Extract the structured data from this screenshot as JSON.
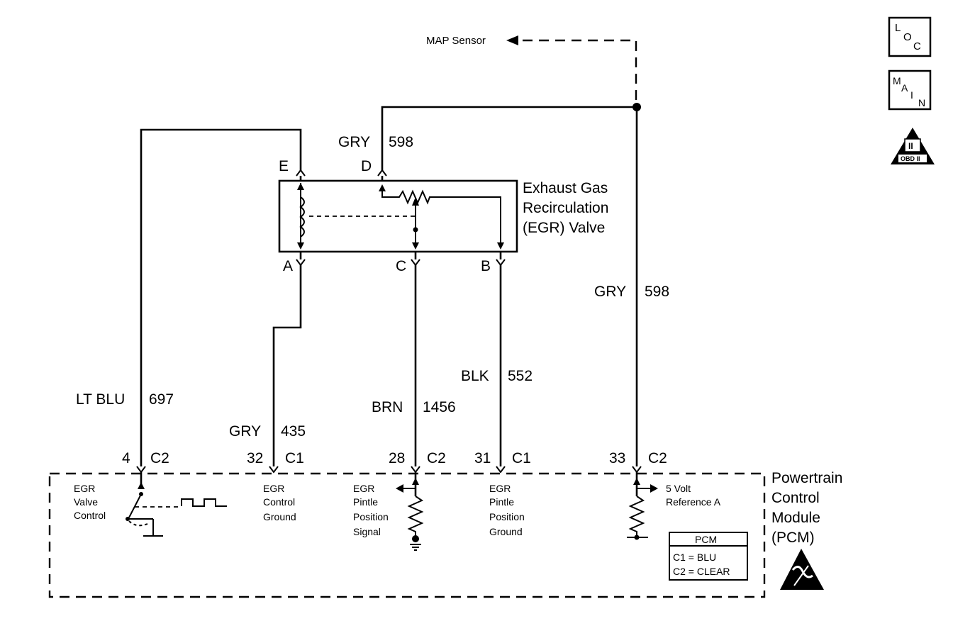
{
  "map_sensor": "MAP Sensor",
  "egr_valve": {
    "title_lines": [
      "Exhaust Gas",
      "Recirculation",
      "(EGR) Valve"
    ],
    "pins": {
      "e": "E",
      "d": "D",
      "a": "A",
      "c": "C",
      "b": "B"
    }
  },
  "wires": {
    "d_feed": {
      "color": "GRY",
      "circuit": "598"
    },
    "ref_vertical": {
      "color": "GRY",
      "circuit": "598"
    },
    "egr_control": {
      "color": "LT BLU",
      "circuit": "697"
    },
    "egr_ground": {
      "color": "GRY",
      "circuit": "435"
    },
    "pintle_signal": {
      "color": "BRN",
      "circuit": "1456"
    },
    "pintle_ground": {
      "color": "BLK",
      "circuit": "552"
    }
  },
  "pcm_pins": [
    {
      "pin": "4",
      "connector": "C2"
    },
    {
      "pin": "32",
      "connector": "C1"
    },
    {
      "pin": "28",
      "connector": "C2"
    },
    {
      "pin": "31",
      "connector": "C1"
    },
    {
      "pin": "33",
      "connector": "C2"
    }
  ],
  "pcm_functions": {
    "valve_control": [
      "EGR",
      "Valve",
      "Control"
    ],
    "control_ground": [
      "EGR",
      "Control",
      "Ground"
    ],
    "pintle_signal": [
      "EGR",
      "Pintle",
      "Position",
      "Signal"
    ],
    "pintle_ground": [
      "EGR",
      "Pintle",
      "Position",
      "Ground"
    ],
    "reference": [
      "5 Volt",
      "Reference A"
    ]
  },
  "pcm_title_lines": [
    "Powertrain",
    "Control",
    "Module",
    "(PCM)"
  ],
  "pcm_legend": {
    "title": "PCM",
    "c1": "C1 = BLU",
    "c2": "C2 = CLEAR"
  },
  "badges": {
    "loc": [
      "L",
      "O",
      "C"
    ],
    "main": [
      "M",
      "A",
      "I",
      "N"
    ],
    "obd": [
      "II",
      "OBD II"
    ]
  }
}
